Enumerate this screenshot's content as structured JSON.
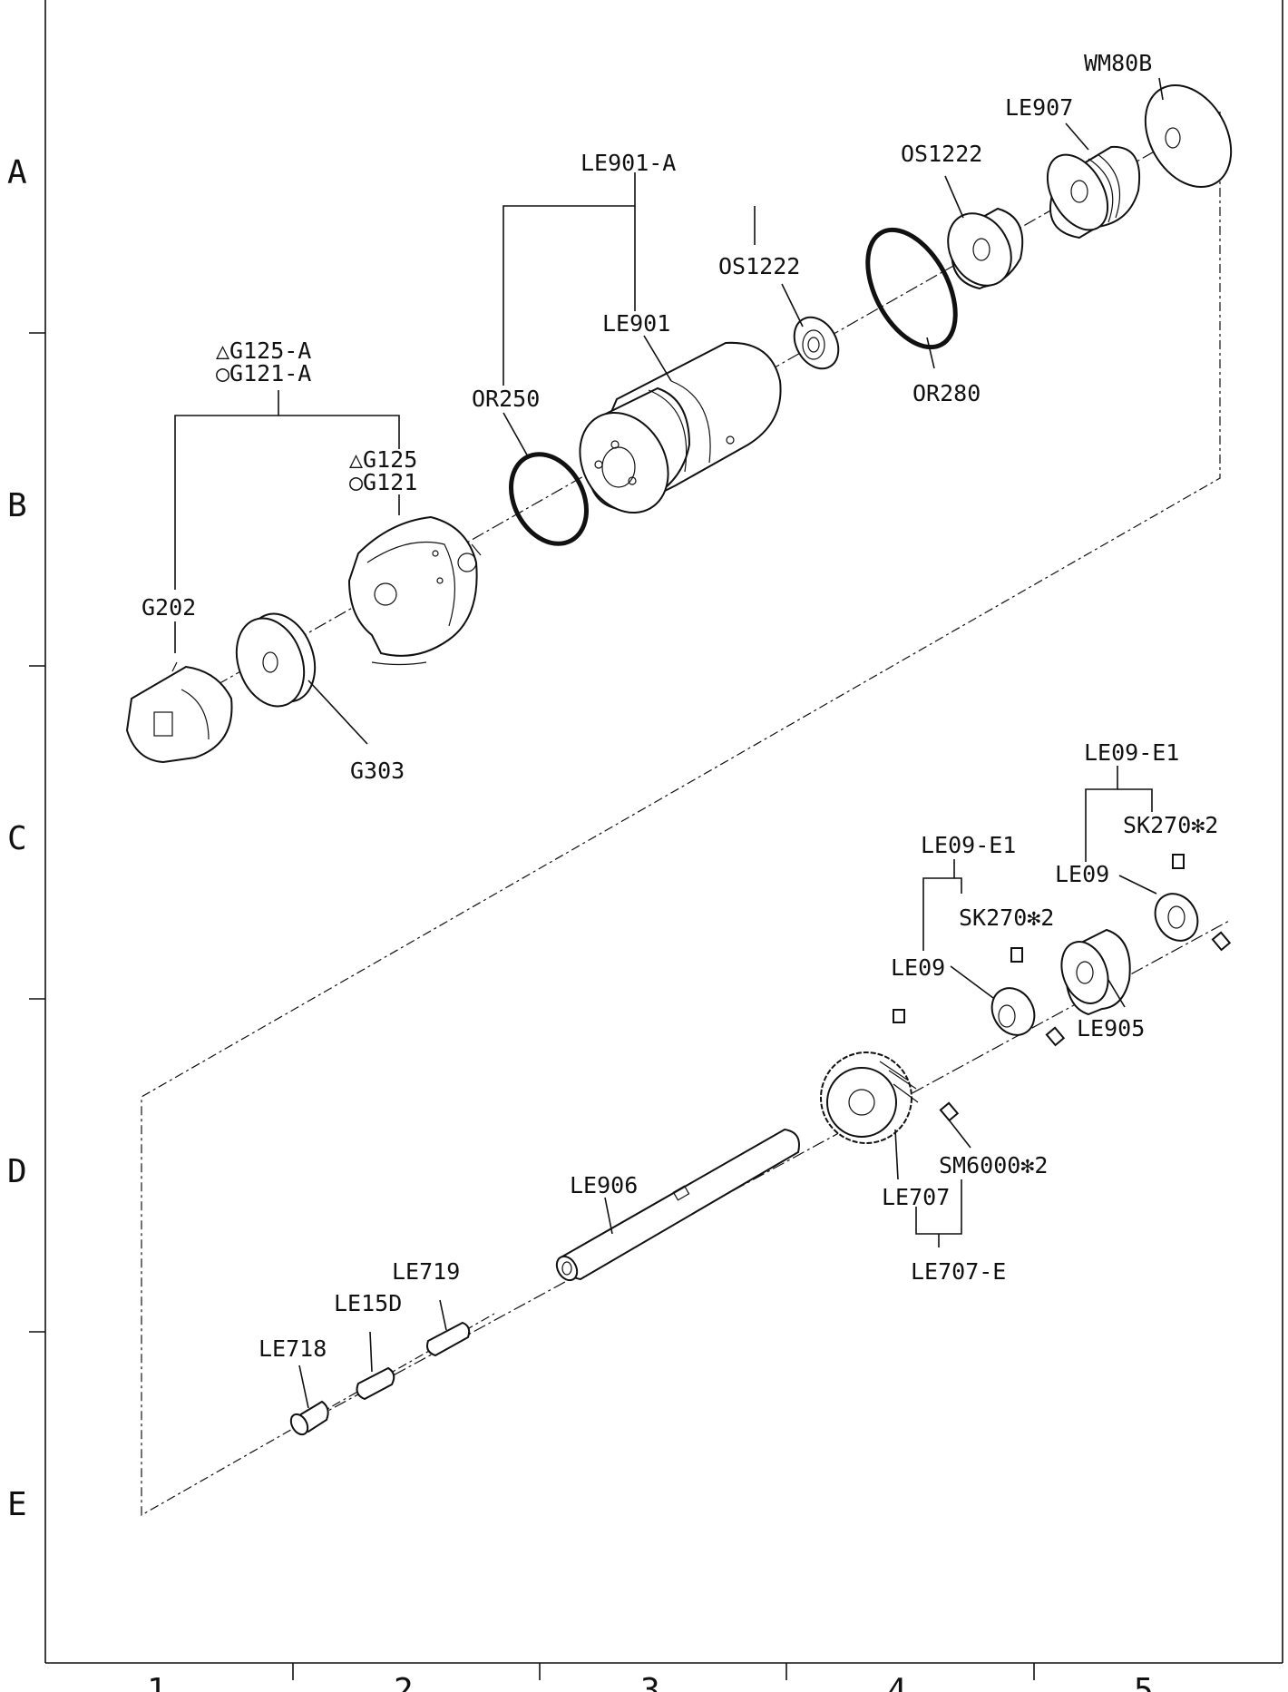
{
  "grid": {
    "rows": [
      "A",
      "B",
      "C",
      "D",
      "E"
    ],
    "columns": [
      "1",
      "2",
      "3",
      "4",
      "5"
    ]
  },
  "labels": {
    "wm80b": "WM80B",
    "le907": "LE907",
    "os1222_top": "OS1222",
    "le901a": "LE901-A",
    "os1222_mid": "OS1222",
    "le901": "LE901",
    "or250": "OR250",
    "or280": "OR280",
    "g125a": "△G125-A",
    "g121a": "○G121-A",
    "g125": "△G125",
    "g121": "○G121",
    "g202": "G202",
    "g303": "G303",
    "le09e1_right": "LE09-E1",
    "sk270_right": "SK270✻2",
    "le09_right": "LE09",
    "le09e1_mid": "LE09-E1",
    "sk270_mid": "SK270✻2",
    "le09_mid": "LE09",
    "le905": "LE905",
    "sm6000": "SM6000✻2",
    "le707": "LE707",
    "le707e": "LE707-E",
    "le906": "LE906",
    "le719": "LE719",
    "le15d": "LE15D",
    "le718": "LE718"
  }
}
